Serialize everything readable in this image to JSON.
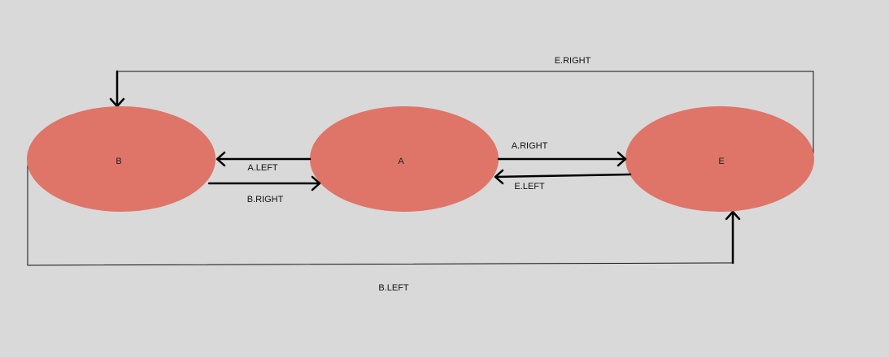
{
  "diagram": {
    "background_color": "#d9d9d9",
    "node_color": "#df7568",
    "nodes": {
      "b": {
        "label": "B"
      },
      "a": {
        "label": "A"
      },
      "e": {
        "label": "E"
      }
    },
    "edges": {
      "a_left": {
        "label": "A.LEFT",
        "from": "A",
        "to": "B"
      },
      "b_right": {
        "label": "B.RIGHT",
        "from": "B",
        "to": "A"
      },
      "a_right": {
        "label": "A.RIGHT",
        "from": "A",
        "to": "E"
      },
      "e_left": {
        "label": "E.LEFT",
        "from": "E",
        "to": "A"
      },
      "e_right": {
        "label": "E.RIGHT",
        "from": "E",
        "to": "B"
      },
      "b_left": {
        "label": "B.LEFT",
        "from": "B",
        "to": "E"
      }
    }
  }
}
